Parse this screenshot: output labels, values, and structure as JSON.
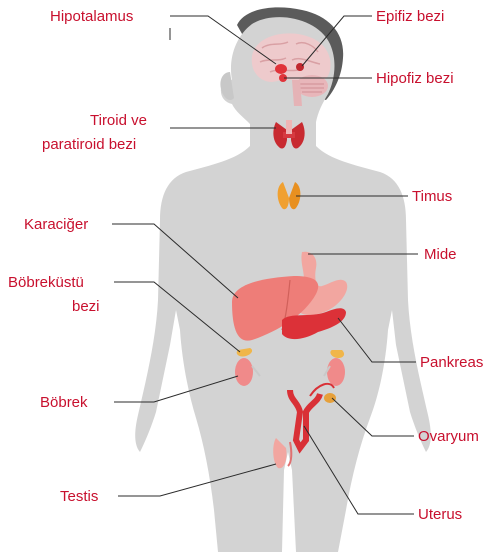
{
  "labels": {
    "hypothalamus": "Hipotalamus",
    "pineal": "Epifiz bezi",
    "pituitary": "Hipofiz bezi",
    "thyroid_line1": "Tiroid ve",
    "thyroid_line2": "paratiroid bezi",
    "thymus": "Timus",
    "liver": "Karaciğer",
    "stomach": "Mide",
    "adrenal_line1": "Böbreküstü",
    "adrenal_line2": "bezi",
    "pancreas": "Pankreas",
    "kidney": "Böbrek",
    "ovary": "Ovaryum",
    "testis": "Testis",
    "uterus": "Uterus"
  },
  "colors": {
    "label": "#c8102e",
    "body": "#d3d3d3",
    "hair": "#5b5b5b",
    "organ_red": "#e0333a",
    "organ_pink": "#f08a8a",
    "thymus": "#f0a030"
  }
}
